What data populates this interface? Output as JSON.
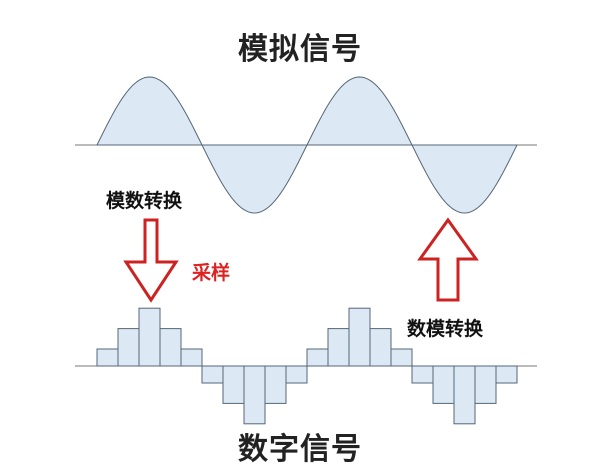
{
  "titles": {
    "analog": "模拟信号",
    "digital": "数字信号"
  },
  "labels": {
    "adc": "模数转换",
    "sampling": "采样",
    "dac": "数模转换"
  },
  "colors": {
    "fill": "#dce9f5",
    "stroke": "#556677",
    "axis": "#777777",
    "arrow": "#cc2222",
    "sampling_text": "#dd2222"
  },
  "digital_levels": [
    0.25,
    0.55,
    0.85,
    0.55,
    0.25,
    -0.25,
    -0.55,
    -0.85,
    -0.55,
    -0.25,
    0.25,
    0.55,
    0.85,
    0.55,
    0.25,
    -0.25,
    -0.55,
    -0.85,
    -0.55,
    -0.25
  ]
}
